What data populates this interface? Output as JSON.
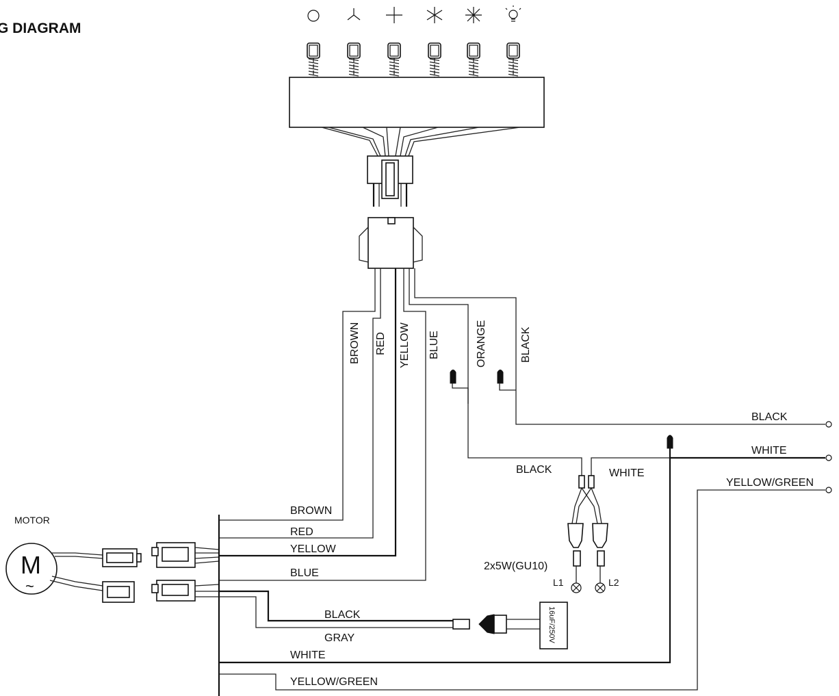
{
  "title": "G DIAGRAM",
  "motor": {
    "caption": "MOTOR",
    "symbol": "M",
    "ac_symbol": "~"
  },
  "switch_icons": [
    "off-circle-icon",
    "fan-speed-1-icon",
    "fan-speed-2-icon",
    "fan-speed-3-icon",
    "fan-speed-4-icon",
    "light-bulb-icon"
  ],
  "vertical_wires": {
    "brown": "BROWN",
    "red": "RED",
    "yellow": "YELLOW",
    "blue": "BLUE",
    "orange": "ORANGE",
    "black": "BLACK"
  },
  "motor_wires": {
    "brown": "BROWN",
    "red": "RED",
    "yellow": "YELLOW",
    "blue": "BLUE",
    "black": "BLACK",
    "gray": "GRAY",
    "white": "WHITE",
    "yellow_green": "YELLOW/GREEN"
  },
  "supply": {
    "black": "BLACK",
    "white": "WHITE",
    "yellow_green": "YELLOW/GREEN"
  },
  "lamp": {
    "black": "BLACK",
    "white": "WHITE",
    "rating": "2x5W(GU10)",
    "l1": "L1",
    "l2": "L2"
  },
  "capacitor": "16uF/250V"
}
